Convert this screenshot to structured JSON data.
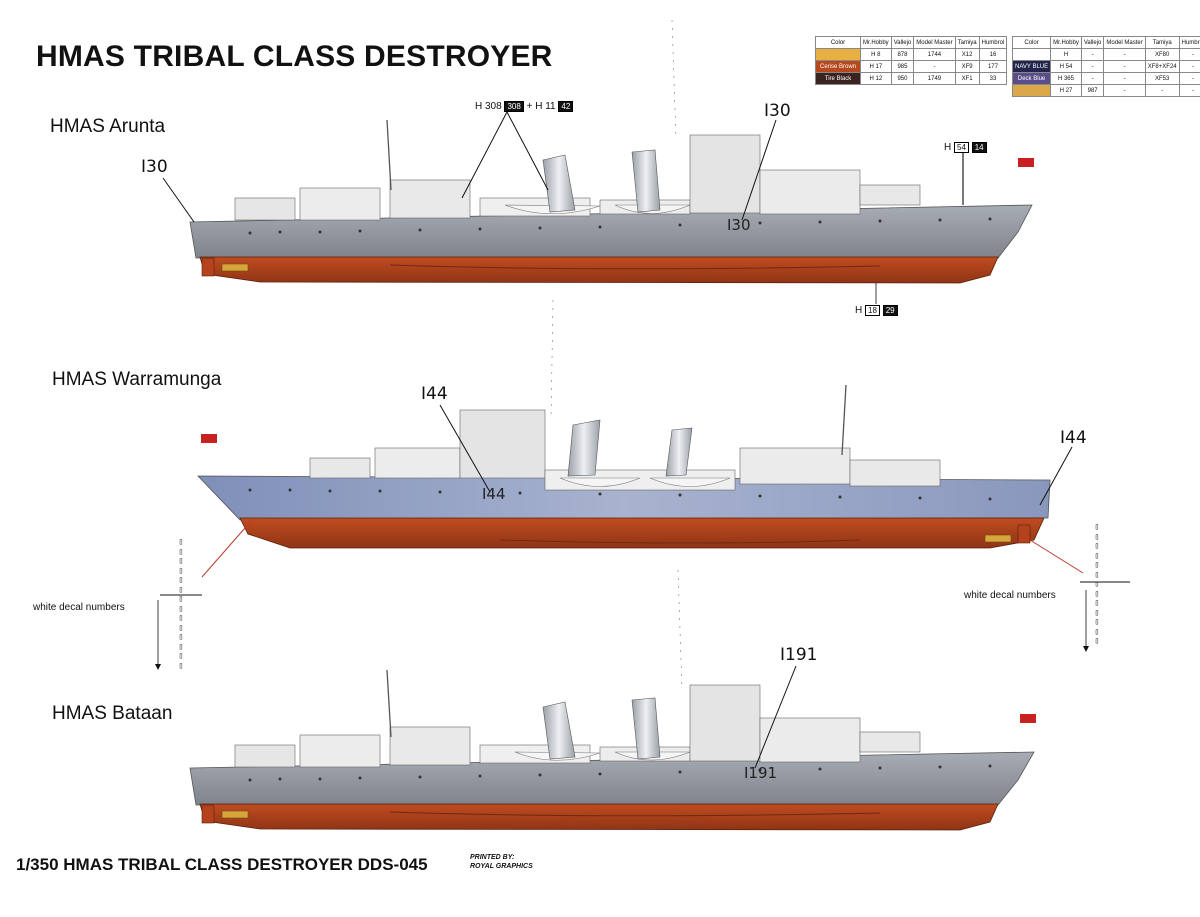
{
  "title": "HMAS TRIBAL CLASS DESTROYER",
  "ships": [
    {
      "name": "HMAS Arunta",
      "callouts": [
        "I30",
        "I30"
      ],
      "hull_number": "I30"
    },
    {
      "name": "HMAS Warramunga",
      "callouts": [
        "I44",
        "I44"
      ],
      "hull_number": "I44"
    },
    {
      "name": "HMAS Bataan",
      "callouts": [
        "I191"
      ],
      "hull_number": "I191"
    }
  ],
  "paint_refs": {
    "arunta_top": {
      "h": "H 308",
      "h_num": "308",
      "plus": "+ H",
      "h2": "11",
      "h2_num": "42"
    },
    "arunta_mast": {
      "h": "H",
      "h_num": "54",
      "h_num2": "14"
    },
    "arunta_hull": {
      "h": "H",
      "h_num": "18",
      "h_num2": "29"
    }
  },
  "decals": {
    "label_left": "white decal numbers",
    "label_right": "white decal numbers"
  },
  "color_table": {
    "left": {
      "headers": [
        "Color",
        "Mr.Hobby",
        "Vallejo",
        "Model Master",
        "Tamiya",
        "Humbrol"
      ],
      "rows": [
        {
          "name": "",
          "swatch": "#e8b043",
          "mrhobby": "H 8",
          "vallejo": "878",
          "mm": "1744",
          "tamiya": "X12",
          "humbrol": "16"
        },
        {
          "name": "Cerise Brown",
          "swatch": "#b7471d",
          "mrhobby": "H 17",
          "vallejo": "985",
          "mm": "-",
          "tamiya": "XF9",
          "humbrol": "177"
        },
        {
          "name": "Tire Black",
          "swatch": "#3b2320",
          "mrhobby": "H 12",
          "vallejo": "950",
          "mm": "1749",
          "tamiya": "XF1",
          "humbrol": "33"
        }
      ]
    },
    "right": {
      "headers": [
        "Color",
        "Mr.Hobby",
        "Vallejo",
        "Model Master",
        "Tamiya",
        "Humbrol"
      ],
      "rows": [
        {
          "name": "",
          "swatch": "#ffffff",
          "mrhobby": "H",
          "vallejo": "-",
          "mm": "-",
          "tamiya": "XF80",
          "humbrol": "-"
        },
        {
          "name": "NAVY BLUE",
          "swatch": "#22264d",
          "mrhobby": "H 54",
          "vallejo": "-",
          "mm": "-",
          "tamiya": "XF8+XF24",
          "humbrol": "-"
        },
        {
          "name": "Deck Blue",
          "swatch": "#5a4d8a",
          "mrhobby": "H 365",
          "vallejo": "-",
          "mm": "-",
          "tamiya": "XF53",
          "humbrol": "-"
        },
        {
          "name": "",
          "swatch": "#d9a84a",
          "mrhobby": "H 27",
          "vallejo": "987",
          "mm": "-",
          "tamiya": "-",
          "humbrol": "-"
        }
      ]
    }
  },
  "footer": {
    "text": "1/350 HMAS TRIBAL CLASS DESTROYER  DDS-045",
    "printed_by": "PRINTED BY:",
    "printer": "ROYAL GRAPHICS"
  },
  "colors": {
    "hull_grey": "#9a9ea6",
    "hull_blue": "#8e9cc0",
    "antifouling": "#b4431d",
    "deck_white": "#e9e9e9"
  }
}
